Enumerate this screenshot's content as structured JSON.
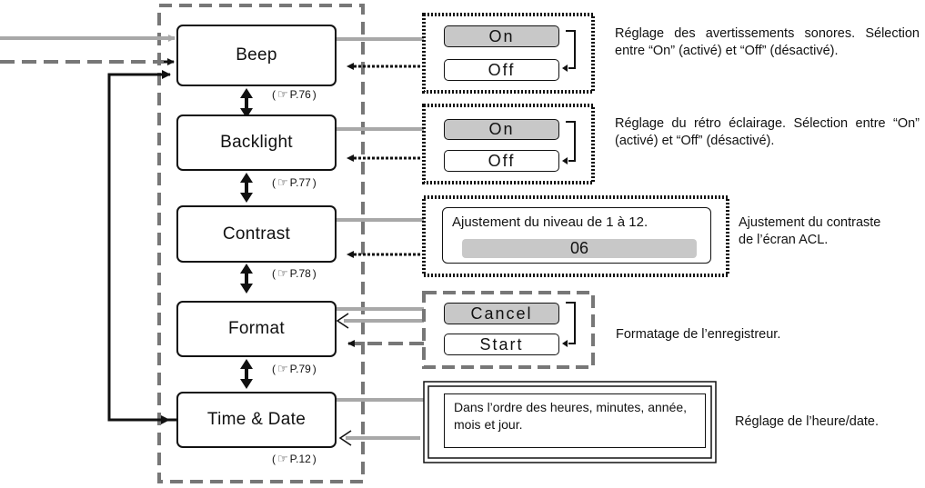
{
  "menu": [
    {
      "label": "Beep",
      "ref": "P.76"
    },
    {
      "label": "Backlight",
      "ref": "P.77"
    },
    {
      "label": "Contrast",
      "ref": "P.78"
    },
    {
      "label": "Format",
      "ref": "P.79"
    },
    {
      "label": "Time & Date",
      "ref": "P.12"
    }
  ],
  "beep": {
    "opt_on": "On",
    "opt_off": "Off",
    "desc": "Réglage des avertissements sonores. Sélection entre “On” (activé) et “Off” (désactivé)."
  },
  "backlight": {
    "opt_on": "On",
    "opt_off": "Off",
    "desc": "Réglage du rétro éclairage. Sélection entre “On” (activé) et “Off” (désactivé)."
  },
  "contrast": {
    "instruction": "Ajustement du niveau de 1 à 12.",
    "value": "06",
    "desc_line1": "Ajustement du contraste",
    "desc_line2": "de l’écran ACL."
  },
  "format": {
    "opt_cancel": "Cancel",
    "opt_start": "Start",
    "desc": "Formatage de l’enregistreur."
  },
  "time_date": {
    "instruction": "Dans l’ordre des heures, minutes, année, mois et jour.",
    "desc": "Réglage de l’heure/date."
  },
  "ref_icon": "pointing-hand-icon",
  "colors": {
    "arrow_gray": "#a8a8a8",
    "border_dark": "#111111",
    "selected_fill": "#c8c8c8",
    "dash_gray": "#777777"
  }
}
